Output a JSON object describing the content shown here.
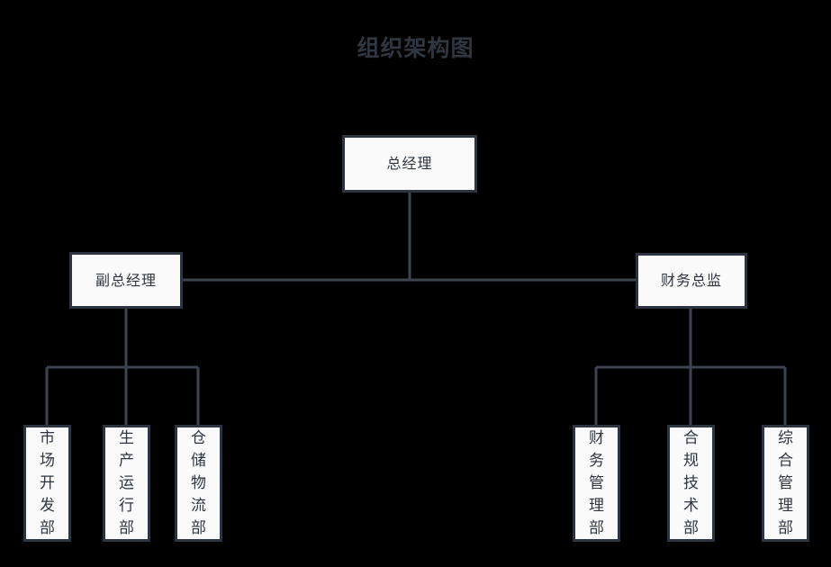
{
  "chart": {
    "title": "组织架构图",
    "type": "org-chart",
    "colors": {
      "background": "#000000",
      "node_fill": "#fafafa",
      "node_border": "#2c3440",
      "connector": "#3d4450",
      "text": "#2f3640",
      "title": "#2f3640"
    }
  },
  "nodes": {
    "root": {
      "label": "总经理",
      "level": 1
    },
    "deputy_gm": {
      "label": "副总经理",
      "level": 2
    },
    "finance_director": {
      "label": "财务总监",
      "level": 2
    },
    "left_children": [
      {
        "label": "市场开发部",
        "level": 3
      },
      {
        "label": "生产运行部",
        "level": 3
      },
      {
        "label": "仓储物流部",
        "level": 3
      }
    ],
    "right_children": [
      {
        "label": "财务管理部",
        "level": 3
      },
      {
        "label": "合规技术部",
        "level": 3
      },
      {
        "label": "综合管理部",
        "level": 3
      }
    ]
  },
  "hierarchy": {
    "总经理": [
      "副总经理",
      "财务总监"
    ],
    "副总经理": [
      "市场开发部",
      "生产运行部",
      "仓储物流部"
    ],
    "财务总监": [
      "财务管理部",
      "合规技术部",
      "综合管理部"
    ]
  }
}
